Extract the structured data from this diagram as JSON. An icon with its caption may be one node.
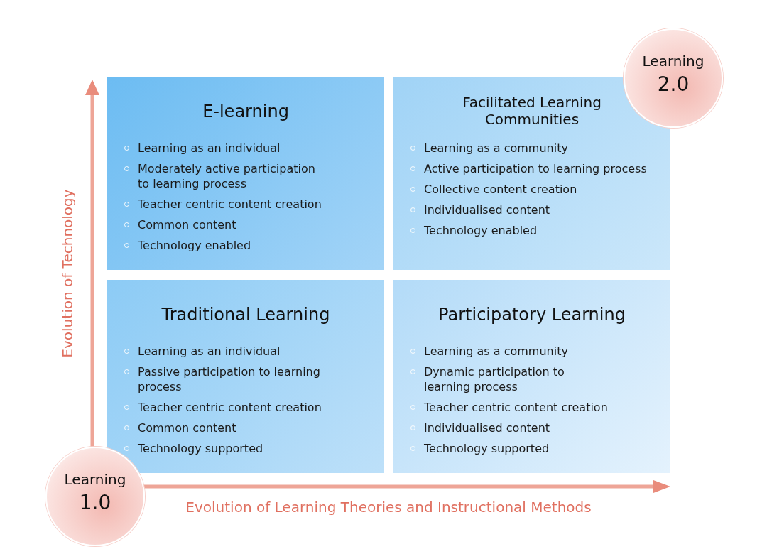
{
  "diagram": {
    "nodes": [
      {
        "text": [
          "Learning",
          "2.0"
        ]
      },
      {
        "text": [
          "E-learning",
          "Learning as an individual",
          "Moderately active participation to learning process",
          "Teacher centric content creation",
          "Common content",
          "Technology enabled"
        ]
      },
      {
        "text": [
          "Facilitated Learning Communities",
          "Learning as a community",
          "Active participation to learning process",
          "Collective content creation",
          "Individualised content",
          "Technology enabled"
        ]
      },
      {
        "text": [
          "Traditional Learning",
          "Learning as an individual",
          "Passive participation to learning process",
          "Teacher centric content creation",
          "Common content",
          "Technology supported"
        ]
      },
      {
        "text": [
          "Participatory Learning",
          "Learning as a community",
          "Dynamic participation to learning process",
          "Teacher centric content creation",
          "Individualised content",
          "Technology supported"
        ]
      },
      {
        "text": [
          "Learning",
          "1.0"
        ]
      }
    ],
    "edges": [],
    "labels": [
      "Evolution of Technology",
      "Evolution of Learning Theories and Instructional Methods"
    ]
  }
}
